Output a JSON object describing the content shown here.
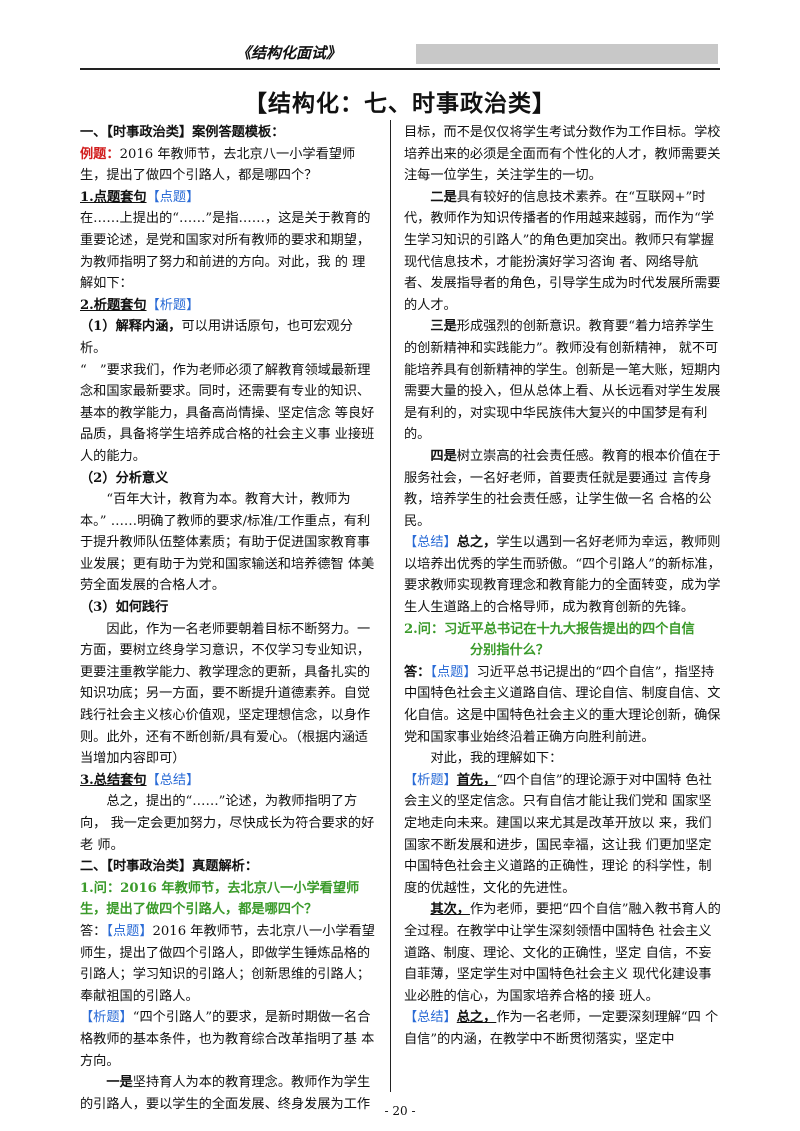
{
  "header": {
    "doc_title": "《结构化面试》",
    "page_title": "【结构化：七、时事政治类】"
  },
  "left": {
    "s1_heading": "一、【时事政治类】案例答题模板：",
    "ex_label": "例题：",
    "ex_text": "2016 年教师节，去北京八一小学看望师生，提出了做四个引路人，都是哪四个？",
    "h1_num": "1.点题套句",
    "h1_tag": "【点题】",
    "p1": "在……上提出的“……”是指……，这是关于教育的重要论述，是党和国家对所有教师的要求和期望，为教师指明了努力和前进的方向。对此，我 的 理解如下：",
    "h2_num": "2.析题套句",
    "h2_tag": "【析题】",
    "sub1_num": "（1）",
    "sub1_title": "解释内涵，",
    "sub1_rest": "可以用讲话原句，也可宏观分析。",
    "p2": "“　”要求我们，作为老师必须了解教育领域最新理念和国家最新要求。同时，还需要有专业的知识、基本的教学能力，具备高尚情操、坚定信念 等良好品质，具备将学生培养成合格的社会主义事 业接班人的能力。",
    "sub2_num": "（2）",
    "sub2_title": "分析意义",
    "p3": "“百年大计，教育为本。教育大计，教师为本。” ……明确了教师的要求/标准/工作重点，有利于提升教师队伍整体素质；有助于促进国家教育事业发展；更有助于为党和国家输送和培养德智 体美劳全面发展的合格人才。",
    "sub3_num": "（3）",
    "sub3_title": "如何践行",
    "p4": "因此，作为一名老师要朝着目标不断努力。一方面，要树立终身学习意识，不仅学习专业知识，更要注重教学能力、教学理念的更新，具备扎实的知识功底；另一方面，要不断提升道德素养。自觉践行社会主义核心价值观，坚定理想信念，以身作则。此外，还有不断创新/具有爱心。（根据内涵适当增加内容即可）",
    "h3_num": "3.总结套句",
    "h3_tag": "【总结】",
    "p5": "总之，提出的“……”论述，为教师指明了方向， 我一定会更加努力，尽快成长为符合要求的好老 师。",
    "s2_heading": "二、【时事政治类】真题解析：",
    "q1": "1.问：2016 年教师节，去北京八一小学看望师生，提出了做四个引路人，都是哪四个？",
    "a1_label": "答：",
    "a1_tag": "【点题】",
    "a1_text": "2016 年教师节，去北京八一小学看望师生，提出了做四个引路人，即做学生锤炼品格的引路人；学习知识的引路人；创新思维的引路人； 奉献祖国的引路人。",
    "a1b_tag": "【析题】",
    "a1b_text": "“四个引路人”的要求，是新时期做一名合格教师的基本条件，也为教育综合改革指明了基 本方向。",
    "p6_lead": "一是",
    "p6_text": "坚持育人为本的教育理念。教师作为学生的引路人，要以学生的全面发展、终身发展为工作"
  },
  "right": {
    "r1": "目标，而不是仅仅将学生考试分数作为工作目标。学校培养出来的必须是全面而有个性化的人才，教师需要关注每一位学生，关注学生的一切。",
    "r2_lead": "二是",
    "r2_text": "具有较好的信息技术素养。在“互联网+”时代，教师作为知识传播者的作用越来越弱，而作为“学生学习知识的引路人”的角色更加突出。教师只有掌握现代信息技术，才能扮演好学习咨询 者、网络导航者、发展指导者的角色，引导学生成为时代发展所需要的人才。",
    "r3_lead": "三是",
    "r3_text": "形成强烈的创新意识。教育要“着力培养学生的创新精神和实践能力”。教师没有创新精神， 就不可能培养具有创新精神的学生。创新是一笔大账，短期内需要大量的投入，但从总体上看、从长远看对学生发展是有利的，对实现中华民族伟大复兴的中国梦是有利的。",
    "r4_lead": "四是",
    "r4_text": "树立崇高的社会责任感。教育的根本价值在于服务社会，一名好老师，首要责任就是要通过 言传身教，培养学生的社会责任感，让学生做一名 合格的公民。",
    "r5_tag": "【总结】",
    "r5_lead": "总之，",
    "r5_text": "学生以遇到一名好老师为幸运，教师则以培养出优秀的学生而骄傲。“四个引路人”的新标准，要求教师实现教育理念和教育能力的全面转变，成为学生人生道路上的合格导师，成为教育创新的先锋。",
    "q2_line1": "2.问：习近平总书记在十九大报告提出的四个自信",
    "q2_line2": "分别指什么？",
    "a2_label": "答：",
    "a2_tag": "【点题】",
    "a2_text": "习近平总书记提出的“四个自信”，指坚持中国特色社会主义道路自信、理论自信、制度自信、文化自信。这是中国特色社会主义的重大理论创新，确保党和国家事业始终沿着正确方向胜利前进。",
    "r6": "对此，我的理解如下：",
    "r7_tag": "【析题】",
    "r7_lead": "首先，",
    "r7_text": "“四个自信”的理论源于对中国特 色社会主义的坚定信念。只有自信才能让我们党和 国家坚定地走向未来。建国以来尤其是改革开放以 来，我们国家不断发展和进步，国民幸福，这让我 们更加坚定中国特色社会主义道路的正确性，理论 的科学性，制度的优越性，文化的先进性。",
    "r8_lead": "其次，",
    "r8_text": "作为老师，要把“四个自信”融入教书育人的全过程。在教学中让学生深刻领悟中国特色 社会主义道路、制度、理论、文化的正确性，坚定 自信，不妄自菲薄，坚定学生对中国特色社会主义 现代化建设事业必胜的信心，为国家培养合格的接 班人。",
    "r9_tag": "【总结】",
    "r9_lead": "总之，",
    "r9_text": "作为一名老师，一定要深刻理解“四 个自信”的内涵，在教学中不断贯彻落实，坚定中"
  },
  "footer": {
    "page_number": "- 20 -"
  }
}
